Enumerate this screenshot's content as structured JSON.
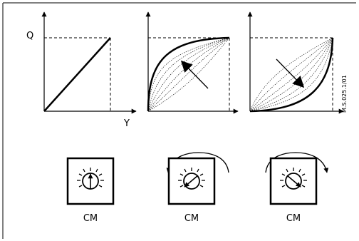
{
  "graphs": {
    "y_axis_label": "Q",
    "x_axis_label": "Y",
    "reference_code": "M.S.025.1/01"
  },
  "dials": [
    {
      "label": "CM",
      "setting": "linear"
    },
    {
      "label": "CM",
      "setting": "counter-clockwise"
    },
    {
      "label": "CM",
      "setting": "clockwise"
    }
  ]
}
